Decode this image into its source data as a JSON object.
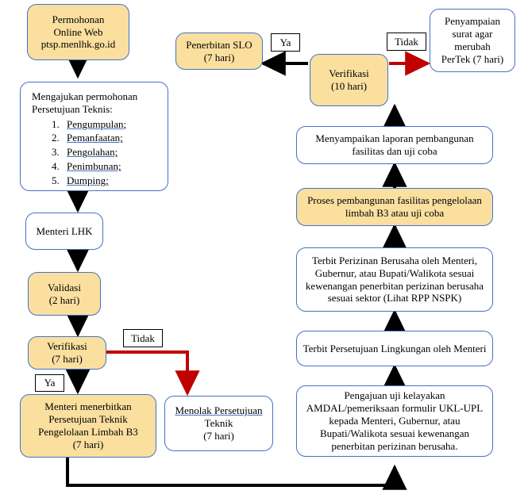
{
  "diagram": {
    "title": "Alur Persetujuan Teknis Pengelolaan Limbah B3",
    "colors": {
      "box_fill_amber": "#fadf9f",
      "box_fill_white": "#ffffff",
      "box_border_blue": "#4472c4",
      "arrow_black": "#000000",
      "arrow_red": "#c00000",
      "text": "#000000"
    }
  },
  "nodes": {
    "permohonan_online": {
      "label": "Permohonan\nOnline Web\nptsp.menlhk.go.id",
      "fill": "amber"
    },
    "mengajukan_permohonan": {
      "lead": "Mengajukan permohonan\nPersetujuan Teknis:",
      "items": [
        "Pengumpulan;",
        "Pemanfaatan;",
        "Pengolahan;",
        "Penimbunan;",
        "Dumping;"
      ],
      "fill": "white"
    },
    "menteri_lhk": {
      "label": "Menteri LHK",
      "fill": "white"
    },
    "validasi": {
      "label": "Validasi\n(2 hari)",
      "fill": "amber"
    },
    "verifikasi_7": {
      "label": "Verifikasi\n(7 hari)",
      "fill": "amber"
    },
    "menteri_menerbitkan": {
      "label": "Menteri menerbitkan\nPersetujuan Teknik\nPengelolaan Limbah B3\n(7 hari)",
      "fill": "amber"
    },
    "menolak_persetujuan": {
      "line1": "Menolak  Persetujuan",
      "line2": "Teknik",
      "line3": "(7 hari)",
      "fill": "white"
    },
    "pengajuan_uji_kelayakan": {
      "label": "Pengajuan uji kelayakan\nAMDAL/pemeriksaan formulir UKL-UPL\nkepada Menteri, Gubernur, atau\nBupati/Walikota sesuai kewenangan\npenerbitan perizinan berusaha.",
      "fill": "white"
    },
    "terbit_persetujuan_lingkungan": {
      "label": "Terbit Persetujuan Lingkungan oleh Menteri",
      "fill": "white"
    },
    "terbit_perizinan_berusaha": {
      "label": "Terbit Perizinan Berusaha oleh Menteri,\nGubernur, atau Bupati/Walikota sesuai\nkewenangan penerbitan perizinan berusaha\nsesuai sektor (Lihat RPP NSPK)",
      "fill": "white"
    },
    "proses_pembangunan": {
      "label": "Proses pembangunan fasilitas pengelolaan\nlimbah B3 atau uji coba",
      "fill": "amber"
    },
    "menyampaikan_laporan": {
      "label": "Menyampaikan laporan pembangunan\nfasilitas dan uji coba",
      "fill": "white"
    },
    "verifikasi_10": {
      "label": "Verifikasi\n(10 hari)",
      "fill": "amber"
    },
    "penerbitan_slo": {
      "label": "Penerbitan SLO\n(7 hari)",
      "fill": "amber"
    },
    "penyampaian_surat": {
      "label": "Penyampaian\nsurat agar\nmerubah\nPerTek (7 hari)",
      "fill": "white"
    }
  },
  "edge_labels": {
    "verifikasi7_tidak": "Tidak",
    "verifikasi7_ya": "Ya",
    "verifikasi10_ya": "Ya",
    "verifikasi10_tidak": "Tidak"
  }
}
